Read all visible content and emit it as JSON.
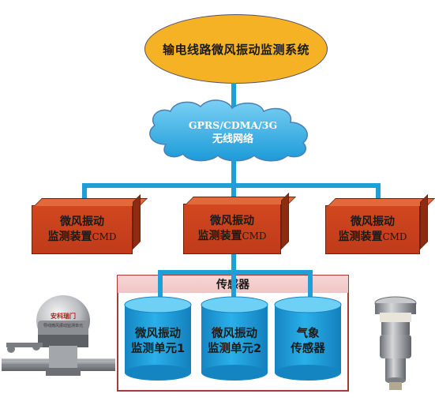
{
  "system": {
    "title": "输电线路微风振动监测系统"
  },
  "network": {
    "line1": "GPRS/CDMA/3G",
    "line2": "无线网络"
  },
  "devices": [
    {
      "line1": "微风振动",
      "line2_cn": "监测装置",
      "line2_en": "CMD"
    },
    {
      "line1": "微风振动",
      "line2_cn": "监测装置",
      "line2_en": "CMD"
    },
    {
      "line1": "微风振动",
      "line2_cn": "监测装置",
      "line2_en": "CMD"
    }
  ],
  "sensors": {
    "header": "传感器",
    "units": [
      {
        "line1": "微风振动",
        "line2": "监测单元1"
      },
      {
        "line1": "微风振动",
        "line2": "监测单元2"
      },
      {
        "line1": "气象",
        "line2": "传感器"
      }
    ]
  },
  "device_label": "安科瑞门",
  "device_label_small": "导线微风振动监测单元",
  "colors": {
    "connector": "#1e9fd8",
    "ellipse": "#f5b224",
    "device": "#c8401c",
    "cylinder": "#1a9ad6"
  }
}
